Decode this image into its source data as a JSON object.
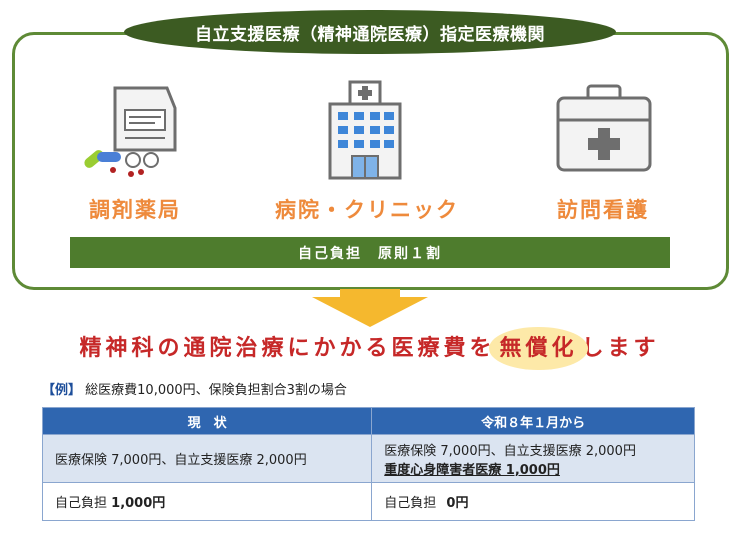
{
  "header": {
    "title": "自立支援医療（精神通院医療）指定医療機関"
  },
  "facilities": [
    {
      "label": "調剤薬局",
      "icon": "pharmacy-bag-icon"
    },
    {
      "label": "病院・クリニック",
      "icon": "hospital-building-icon"
    },
    {
      "label": "訪問看護",
      "icon": "medical-kit-icon"
    }
  ],
  "burden_bar": "自己負担　原則１割",
  "headline": {
    "before": "精神科の通院治療にかかる医療費を",
    "highlight": "無償化",
    "after": "します"
  },
  "example": {
    "tag": "【例】",
    "text": "総医療費10,000円、保険負担割合3割の場合"
  },
  "table": {
    "headers": [
      "現　状",
      "令和８年１月から"
    ],
    "row1": {
      "left": "医療保険 7,000円、自立支援医療 2,000円",
      "right_line1": "医療保険 7,000円、自立支援医療 2,000円",
      "right_line2": "重度心身障害者医療 1,000円"
    },
    "row2": {
      "left_label": "自己負担",
      "left_value": "1,000円",
      "right_label": "自己負担",
      "right_value": "0円"
    }
  },
  "colors": {
    "frame": "#5e8a36",
    "title_bg": "#3c5b22",
    "facility_label": "#ee8a3c",
    "burden_bar": "#4e7c2d",
    "arrow": "#f5b82e",
    "headline": "#c62828",
    "highlight": "#fde9a8",
    "table_header": "#2f66b0",
    "table_row": "#dbe4f1"
  }
}
